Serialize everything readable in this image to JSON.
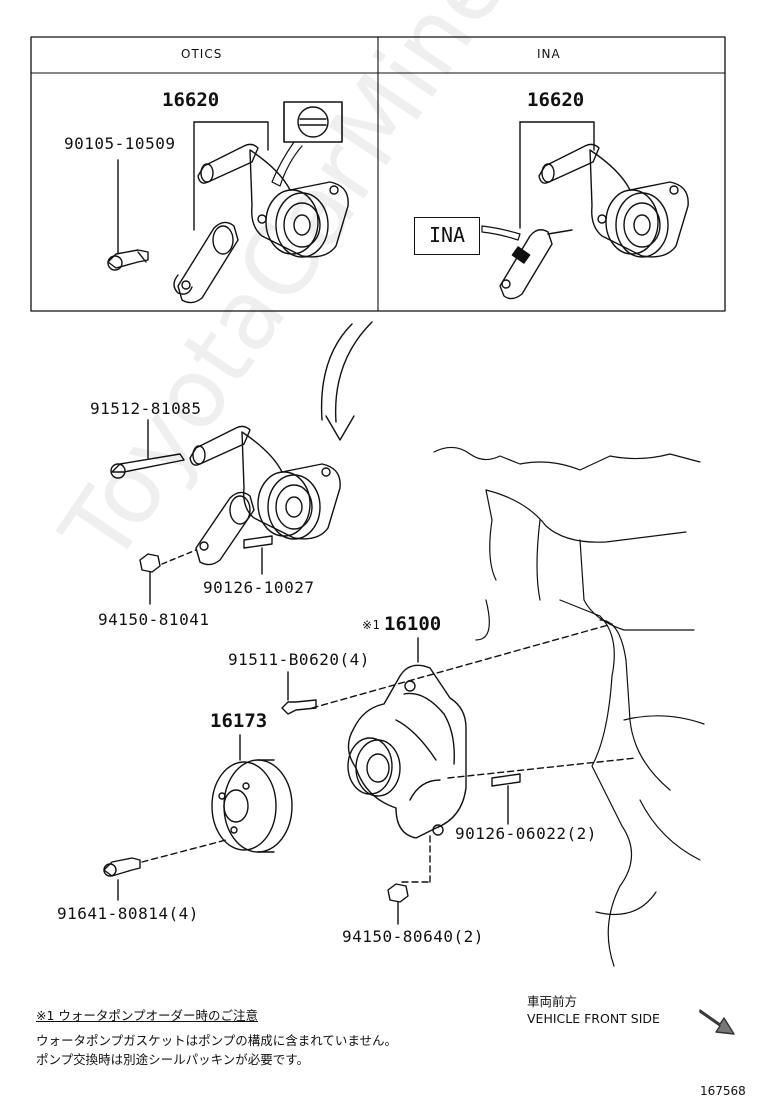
{
  "panels": {
    "left_header": "OTICS",
    "right_header": "INA"
  },
  "parts": {
    "top_left_assembly": "16620",
    "top_left_bolt": "90105-10509",
    "top_right_assembly": "16620",
    "ina_label": "INA",
    "bolt_long": "91512-81085",
    "stud_small": "90126-10027",
    "nut_small": "94150-81041",
    "water_pump": "16100",
    "water_pump_mark": "※1",
    "pump_bolt": "91511-B0620(4)",
    "pulley": "16173",
    "pulley_bolt": "91641-80814(4)",
    "pump_stud": "90126-06022(2)",
    "pump_nut": "94150-80640(2)"
  },
  "notes": {
    "title": "※1 ウォータポンプオーダー時のご注意",
    "line1": "ウォータポンプガスケットはポンプの構成に含まれていません。",
    "line2": "ポンプ交換時は別途シールパッキンが必要です。"
  },
  "direction": {
    "jp": "車両前方",
    "en": "VEHICLE FRONT SIDE"
  },
  "diagram_number": "167568",
  "watermark": "ToyotaCarMine.ru"
}
